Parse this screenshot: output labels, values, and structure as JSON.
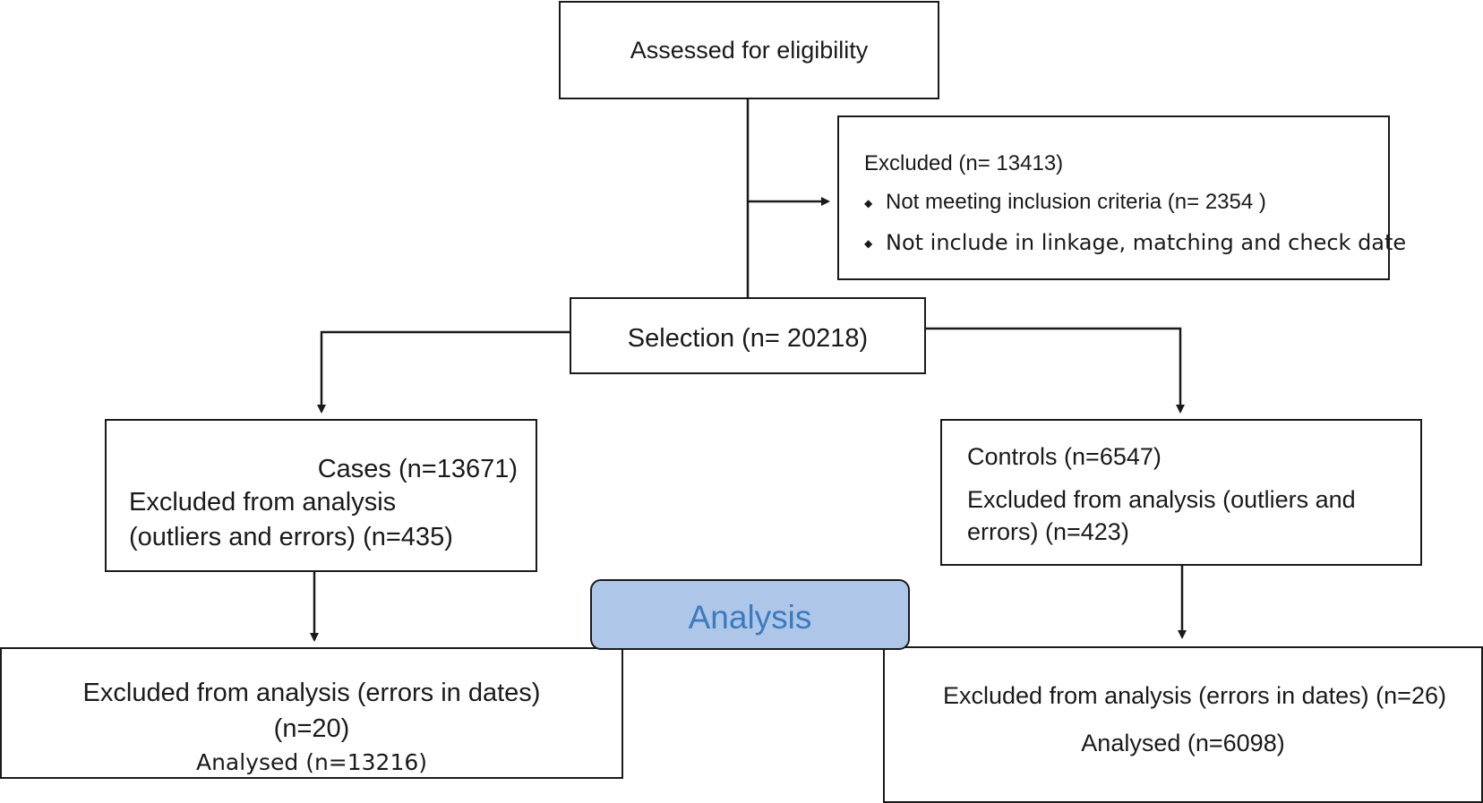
{
  "colors": {
    "line": "#1a1a1a",
    "analysis_fill": "#aec6e8",
    "analysis_text": "#3b7bbf"
  },
  "assessed": {
    "label": "Assessed for eligibility"
  },
  "excluded": {
    "title": "Excluded (n= 13413)",
    "bullet_glyph": "◆",
    "items": [
      "Not meeting inclusion criteria (n= 2354 )",
      "Not include in linkage, matching and check date"
    ]
  },
  "selection": {
    "label": "Selection (n= 20218)"
  },
  "cases": {
    "title": "Cases (n=13671)",
    "excluded_line1": "Excluded from analysis",
    "excluded_line2": "(outliers and errors) (n=435)"
  },
  "controls": {
    "title": "Controls (n=6547)",
    "excluded_line1": "Excluded from analysis (outliers and",
    "excluded_line2": "errors) (n=423)"
  },
  "bottom_left": {
    "line1": "Excluded from analysis (errors in dates)",
    "line2": "(n=20)",
    "line3": "Analysed (n=13216)"
  },
  "bottom_right": {
    "line1": "Excluded from analysis (errors in dates) (n=26)",
    "line2": "Analysed (n=6098)"
  },
  "analysis": {
    "label": "Analysis"
  }
}
